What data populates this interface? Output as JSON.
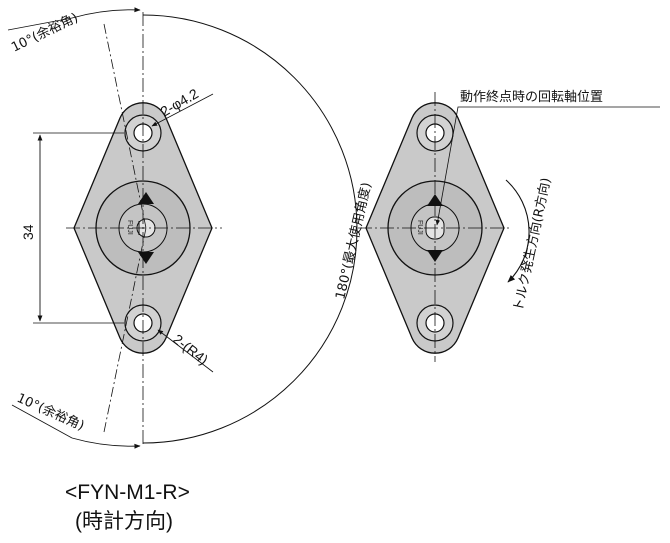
{
  "model": "<FYN-M1-R>",
  "direction": "(時計方向)",
  "dimensions": {
    "pitch": "34",
    "hole": "2-φ4.2",
    "radius": "2-(R4)",
    "max_angle": "180°(最大使用角度)",
    "margin_top": "10°(余裕角)",
    "margin_bottom": "10°(余裕角)"
  },
  "annotations": {
    "end_position": "動作終点時の回転軸位置",
    "torque_direction": "トルク発生方向(R方向)",
    "shaft_mark": "FUJI"
  },
  "colors": {
    "body": "#c9c9c9",
    "hub": "#b3b3b3",
    "line": "#111111"
  }
}
